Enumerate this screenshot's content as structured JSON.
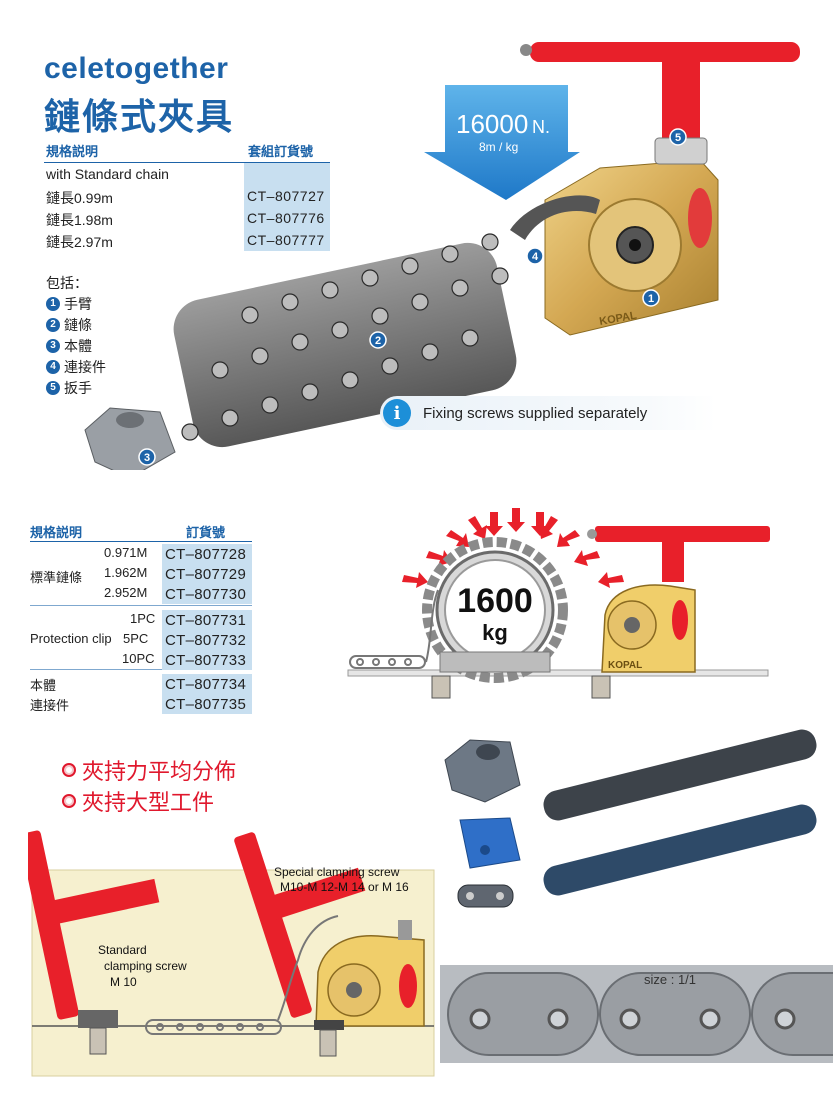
{
  "header": {
    "brand": "celetogether",
    "title": "鏈條式夾具"
  },
  "table1": {
    "col_spec": "規格説明",
    "col_order": "套組訂貨號",
    "rows": [
      {
        "label": "with Standard chain",
        "code": ""
      },
      {
        "label": "鏈長0.99m",
        "code": "CT–807727"
      },
      {
        "label": "鏈長1.98m",
        "code": "CT–807776"
      },
      {
        "label": "鏈長2.97m",
        "code": "CT–807777"
      }
    ]
  },
  "includes": {
    "title": "包括：",
    "items": [
      {
        "num": "1",
        "label": "手臂"
      },
      {
        "num": "2",
        "label": "鏈條"
      },
      {
        "num": "3",
        "label": "本體"
      },
      {
        "num": "4",
        "label": "連接件"
      },
      {
        "num": "5",
        "label": "扳手"
      }
    ]
  },
  "force_arrow": {
    "value": "16000",
    "unit": "N.",
    "sub": "8m / kg"
  },
  "product_labels": {
    "brand_plate": "KOPAL",
    "n1": "1",
    "n2": "2",
    "n3": "3",
    "n4": "4",
    "n5": "5"
  },
  "info": {
    "icon": "i",
    "text": "Fixing screws supplied separately"
  },
  "table2": {
    "col_spec": "規格説明",
    "col_order": "訂貨號",
    "groups": [
      {
        "label": "標準鏈條",
        "rows": [
          {
            "sub": "0.971M",
            "code": "CT–807728"
          },
          {
            "sub": "1.962M",
            "code": "CT–807729"
          },
          {
            "sub": "2.952M",
            "code": "CT–807730"
          }
        ]
      },
      {
        "label": "Protection clip",
        "rows": [
          {
            "sub": "1PC",
            "code": "CT–807731"
          },
          {
            "sub": "5PC",
            "code": "CT–807732"
          },
          {
            "sub": "10PC",
            "code": "CT–807733"
          }
        ]
      },
      {
        "label": "",
        "rows": [
          {
            "sub": "本體",
            "code": "CT–807734"
          },
          {
            "sub": "連接件",
            "code": "CT–807735"
          }
        ]
      }
    ]
  },
  "diagram2": {
    "load_value": "1600",
    "load_unit": "kg",
    "brand_plate": "KOPAL"
  },
  "features": [
    "夾持力平均分佈",
    "夾持大型工件"
  ],
  "callouts": {
    "special_line1": "Special clamping screw",
    "special_line2": "M10-M 12-M 14 or M 16",
    "standard_line1": "Standard",
    "standard_line2": "clamping screw",
    "standard_line3": "M 10"
  },
  "size_strip": {
    "label": "size : 1/1"
  },
  "colors": {
    "brand_blue": "#1d63a8",
    "table_fill": "#c8dff0",
    "accent_red": "#e0182d",
    "handle_red": "#e8202a",
    "body_gold": "#d9b25a",
    "panel_cream": "#f6f0cf"
  }
}
